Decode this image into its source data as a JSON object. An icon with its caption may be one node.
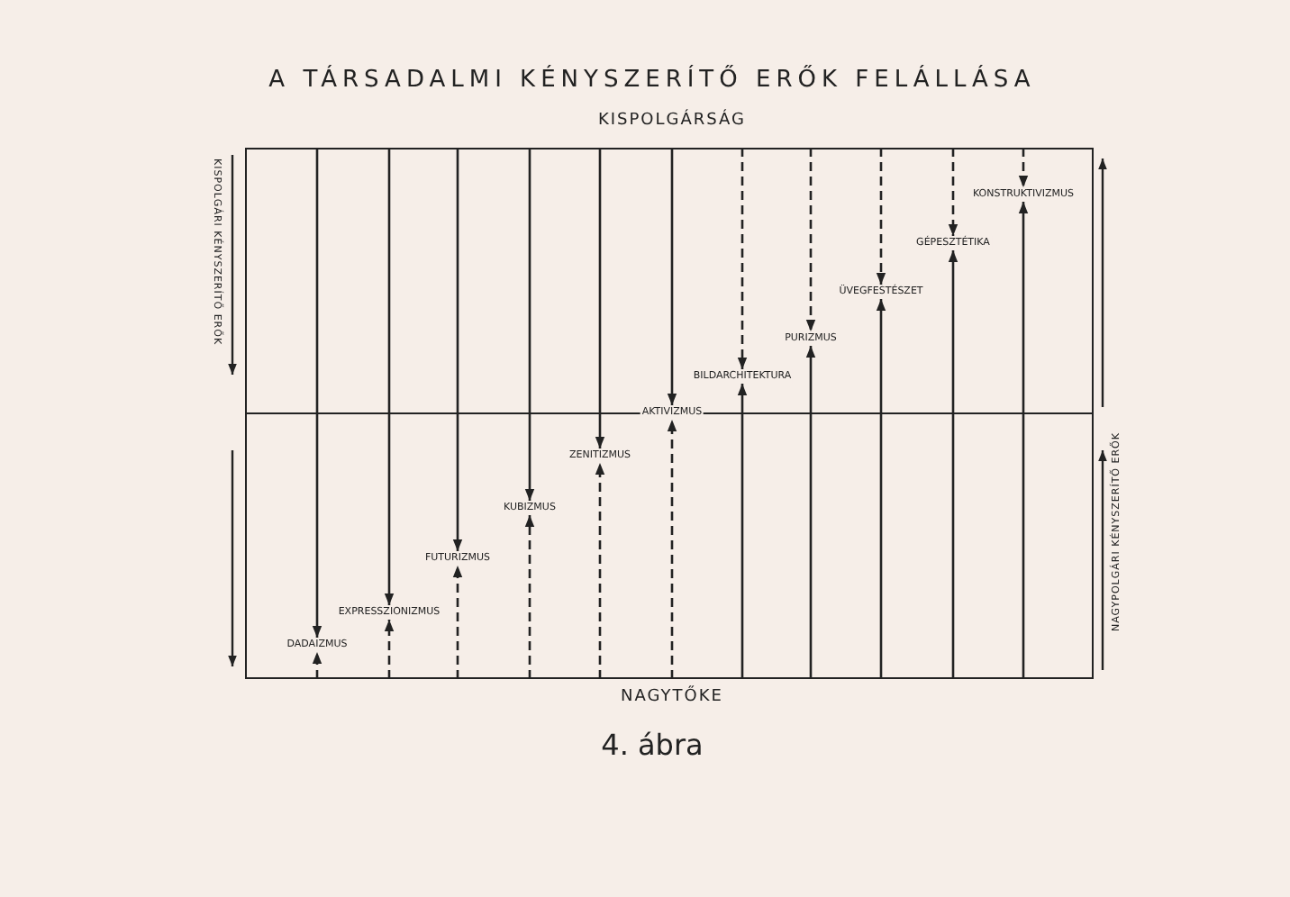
{
  "diagram": {
    "title": "A TÁRSADALMI KÉNYSZERÍTŐ ERŐK FELÁLLÁSA",
    "caption": "4. ábra",
    "nodes": [
      {
        "text": [
          "KISPOLGÁRSÁG"
        ]
      },
      {
        "text": [
          "NAGYTŐKE"
        ]
      },
      {
        "text": [
          "DADAIZMUS"
        ],
        "in": 1
      },
      {
        "text": [
          "EXPRESSZIONIZMUS"
        ],
        "in": 1
      },
      {
        "text": [
          "FUTURIZMUS"
        ],
        "in": 1
      },
      {
        "text": [
          "KUBIZMUS"
        ],
        "in": 1
      },
      {
        "text": [
          "ZENITIZMUS"
        ],
        "in": 1
      },
      {
        "text": [
          "AKTIVIZMUS"
        ]
      },
      {
        "text": [
          "BILDARCHITEKTURA"
        ],
        "in": 0
      },
      {
        "text": [
          "PURIZMUS"
        ],
        "in": 0
      },
      {
        "text": [
          "ÜVEGFESTÉSZET"
        ],
        "in": 0
      },
      {
        "text": [
          "GÉPESZTÉTIKA"
        ],
        "in": 0
      },
      {
        "text": [
          "KONSTRUKTIVIZMUS"
        ],
        "in": 0
      }
    ],
    "edges": [
      {
        "from": 0,
        "to": 2,
        "arrow": "to"
      },
      {
        "from": 1,
        "to": 2,
        "arrow": "to",
        "style": "dashed"
      },
      {
        "from": 0,
        "to": 3,
        "arrow": "to"
      },
      {
        "from": 1,
        "to": 3,
        "arrow": "to",
        "style": "dashed"
      },
      {
        "from": 0,
        "to": 4,
        "arrow": "to"
      },
      {
        "from": 1,
        "to": 4,
        "arrow": "to",
        "style": "dashed"
      },
      {
        "from": 0,
        "to": 5,
        "arrow": "to"
      },
      {
        "from": 1,
        "to": 5,
        "arrow": "to",
        "style": "dashed"
      },
      {
        "from": 0,
        "to": 6,
        "arrow": "to"
      },
      {
        "from": 1,
        "to": 6,
        "arrow": "to",
        "style": "dashed"
      },
      {
        "from": 0,
        "to": 7,
        "arrow": "to"
      },
      {
        "from": 1,
        "to": 7,
        "arrow": "to",
        "style": "dashed"
      },
      {
        "from": 0,
        "to": 8,
        "arrow": "to",
        "style": "dashed"
      },
      {
        "from": 1,
        "to": 8,
        "arrow": "to"
      },
      {
        "from": 0,
        "to": 9,
        "arrow": "to",
        "style": "dashed"
      },
      {
        "from": 1,
        "to": 9,
        "arrow": "to"
      },
      {
        "from": 0,
        "to": 10,
        "arrow": "to",
        "style": "dashed"
      },
      {
        "from": 1,
        "to": 10,
        "arrow": "to"
      },
      {
        "from": 0,
        "to": 11,
        "arrow": "to",
        "style": "dashed"
      },
      {
        "from": 1,
        "to": 11,
        "arrow": "to"
      },
      {
        "from": 0,
        "to": 12,
        "arrow": "to",
        "style": "dashed"
      },
      {
        "from": 1,
        "to": 12,
        "arrow": "to"
      }
    ],
    "labels": [
      "KISPOLGÁRI KÉNYSZERÍTŐ ERŐK",
      "NAGYPOLGÁRI KÉNYSZERÍTŐ ERŐK"
    ]
  }
}
